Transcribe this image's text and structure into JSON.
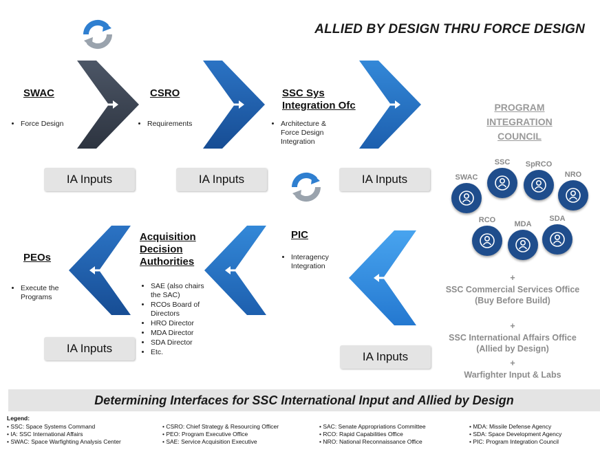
{
  "title": "ALLIED BY DESIGN THRU FORCE DESIGN",
  "colors": {
    "dark": "#3a4453",
    "blue": "#1f5fae",
    "blue_mid": "#2476c8",
    "blue_light": "#2f8fe0",
    "pic_circle": "#1f4d8c"
  },
  "stages_top": [
    {
      "title": "SWAC",
      "bullets": [
        "Force Design"
      ],
      "ia": "IA Inputs"
    },
    {
      "title": "CSRO",
      "bullets": [
        "Requirements"
      ],
      "ia": "IA Inputs"
    },
    {
      "title": "SSC Sys Integration Ofc",
      "bullets": [
        "Architecture & Force Design Integration"
      ],
      "ia": "IA Inputs"
    }
  ],
  "stages_bottom": [
    {
      "title": "PEOs",
      "bullets": [
        "Execute the Programs"
      ],
      "ia": "IA Inputs"
    },
    {
      "title": "Acquisition Decision Authorities",
      "bullets": [
        "SAE (also chairs the SAC)",
        "RCOs Board of Directors",
        "HRO Director",
        "MDA Director",
        "SDA Director",
        "Etc."
      ]
    },
    {
      "title": "PIC",
      "bullets": [
        "Interagency Integration"
      ],
      "ia": "IA Inputs"
    }
  ],
  "pic": {
    "title": "PROGRAM INTEGRATION COUNCIL",
    "members": [
      "SWAC",
      "SSC",
      "SpRCO",
      "NRO",
      "RCO",
      "MDA",
      "SDA"
    ],
    "plus": "+",
    "extras": [
      "SSC Commercial Services Office (Buy Before Build)",
      "SSC International Affairs Office (Allied by Design)",
      "Warfighter Input & Labs"
    ]
  },
  "banner": "Determining Interfaces for SSC International Input and Allied by Design",
  "legend": {
    "title": "Legend:",
    "columns": [
      [
        "SSC: Space Systems Command",
        "IA: SSC International Affairs",
        "SWAC: Space Warfighting Analysis Center"
      ],
      [
        "CSRO: Chief Strategy & Resourcing Officer",
        "PEO: Program Executive Office",
        "SAE: Service Acquisition Executive"
      ],
      [
        "SAC: Senate Appropriations Committee",
        "RCO: Rapid Capabilities Office",
        "NRO: National Reconnaissance Office"
      ],
      [
        "MDA: Missile Defense Agency",
        "SDA: Space Development Agency",
        "PIC: Program Integration Council"
      ]
    ]
  }
}
